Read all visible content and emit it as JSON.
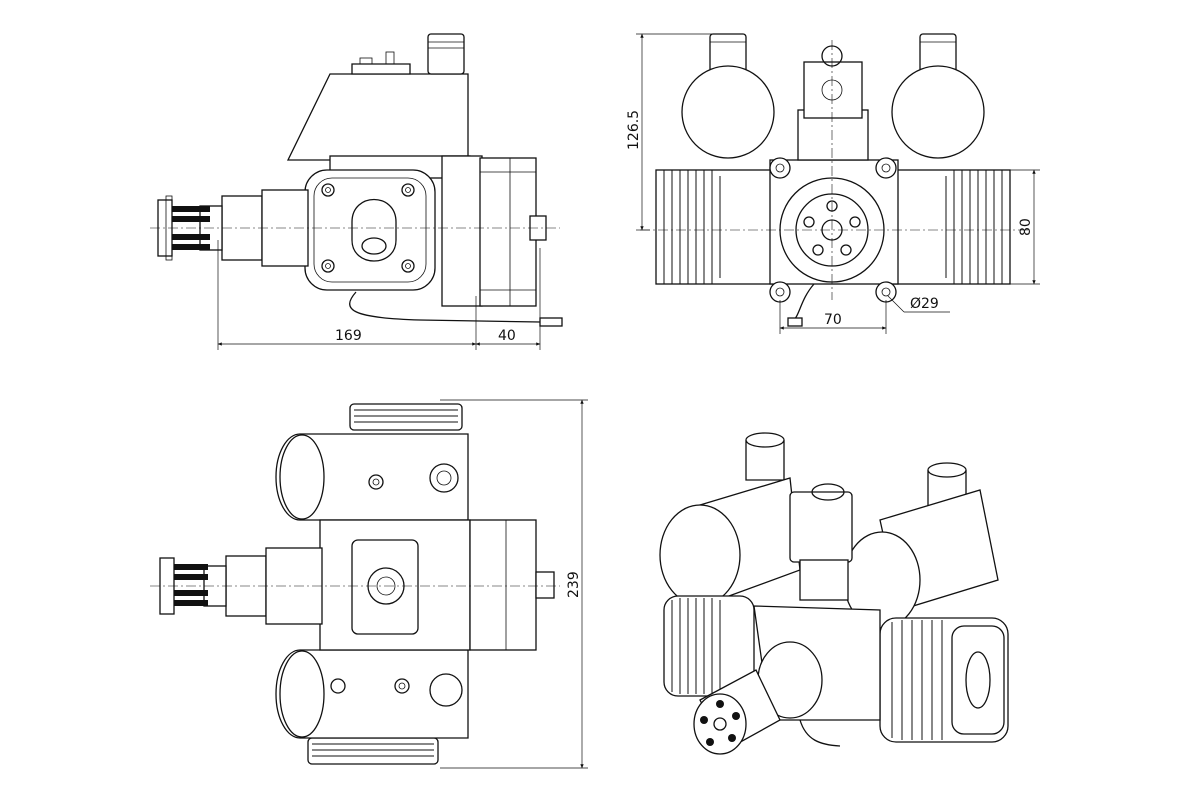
{
  "drawing": {
    "side_view": {
      "dim_length": "169",
      "dim_prop": "40"
    },
    "front_view": {
      "dim_height": "126.5",
      "dim_width": "80",
      "dim_bolt_pattern": "70",
      "dim_diameter": "Ø29"
    },
    "top_view": {
      "dim_total_width": "239"
    },
    "perspective_view": {}
  }
}
